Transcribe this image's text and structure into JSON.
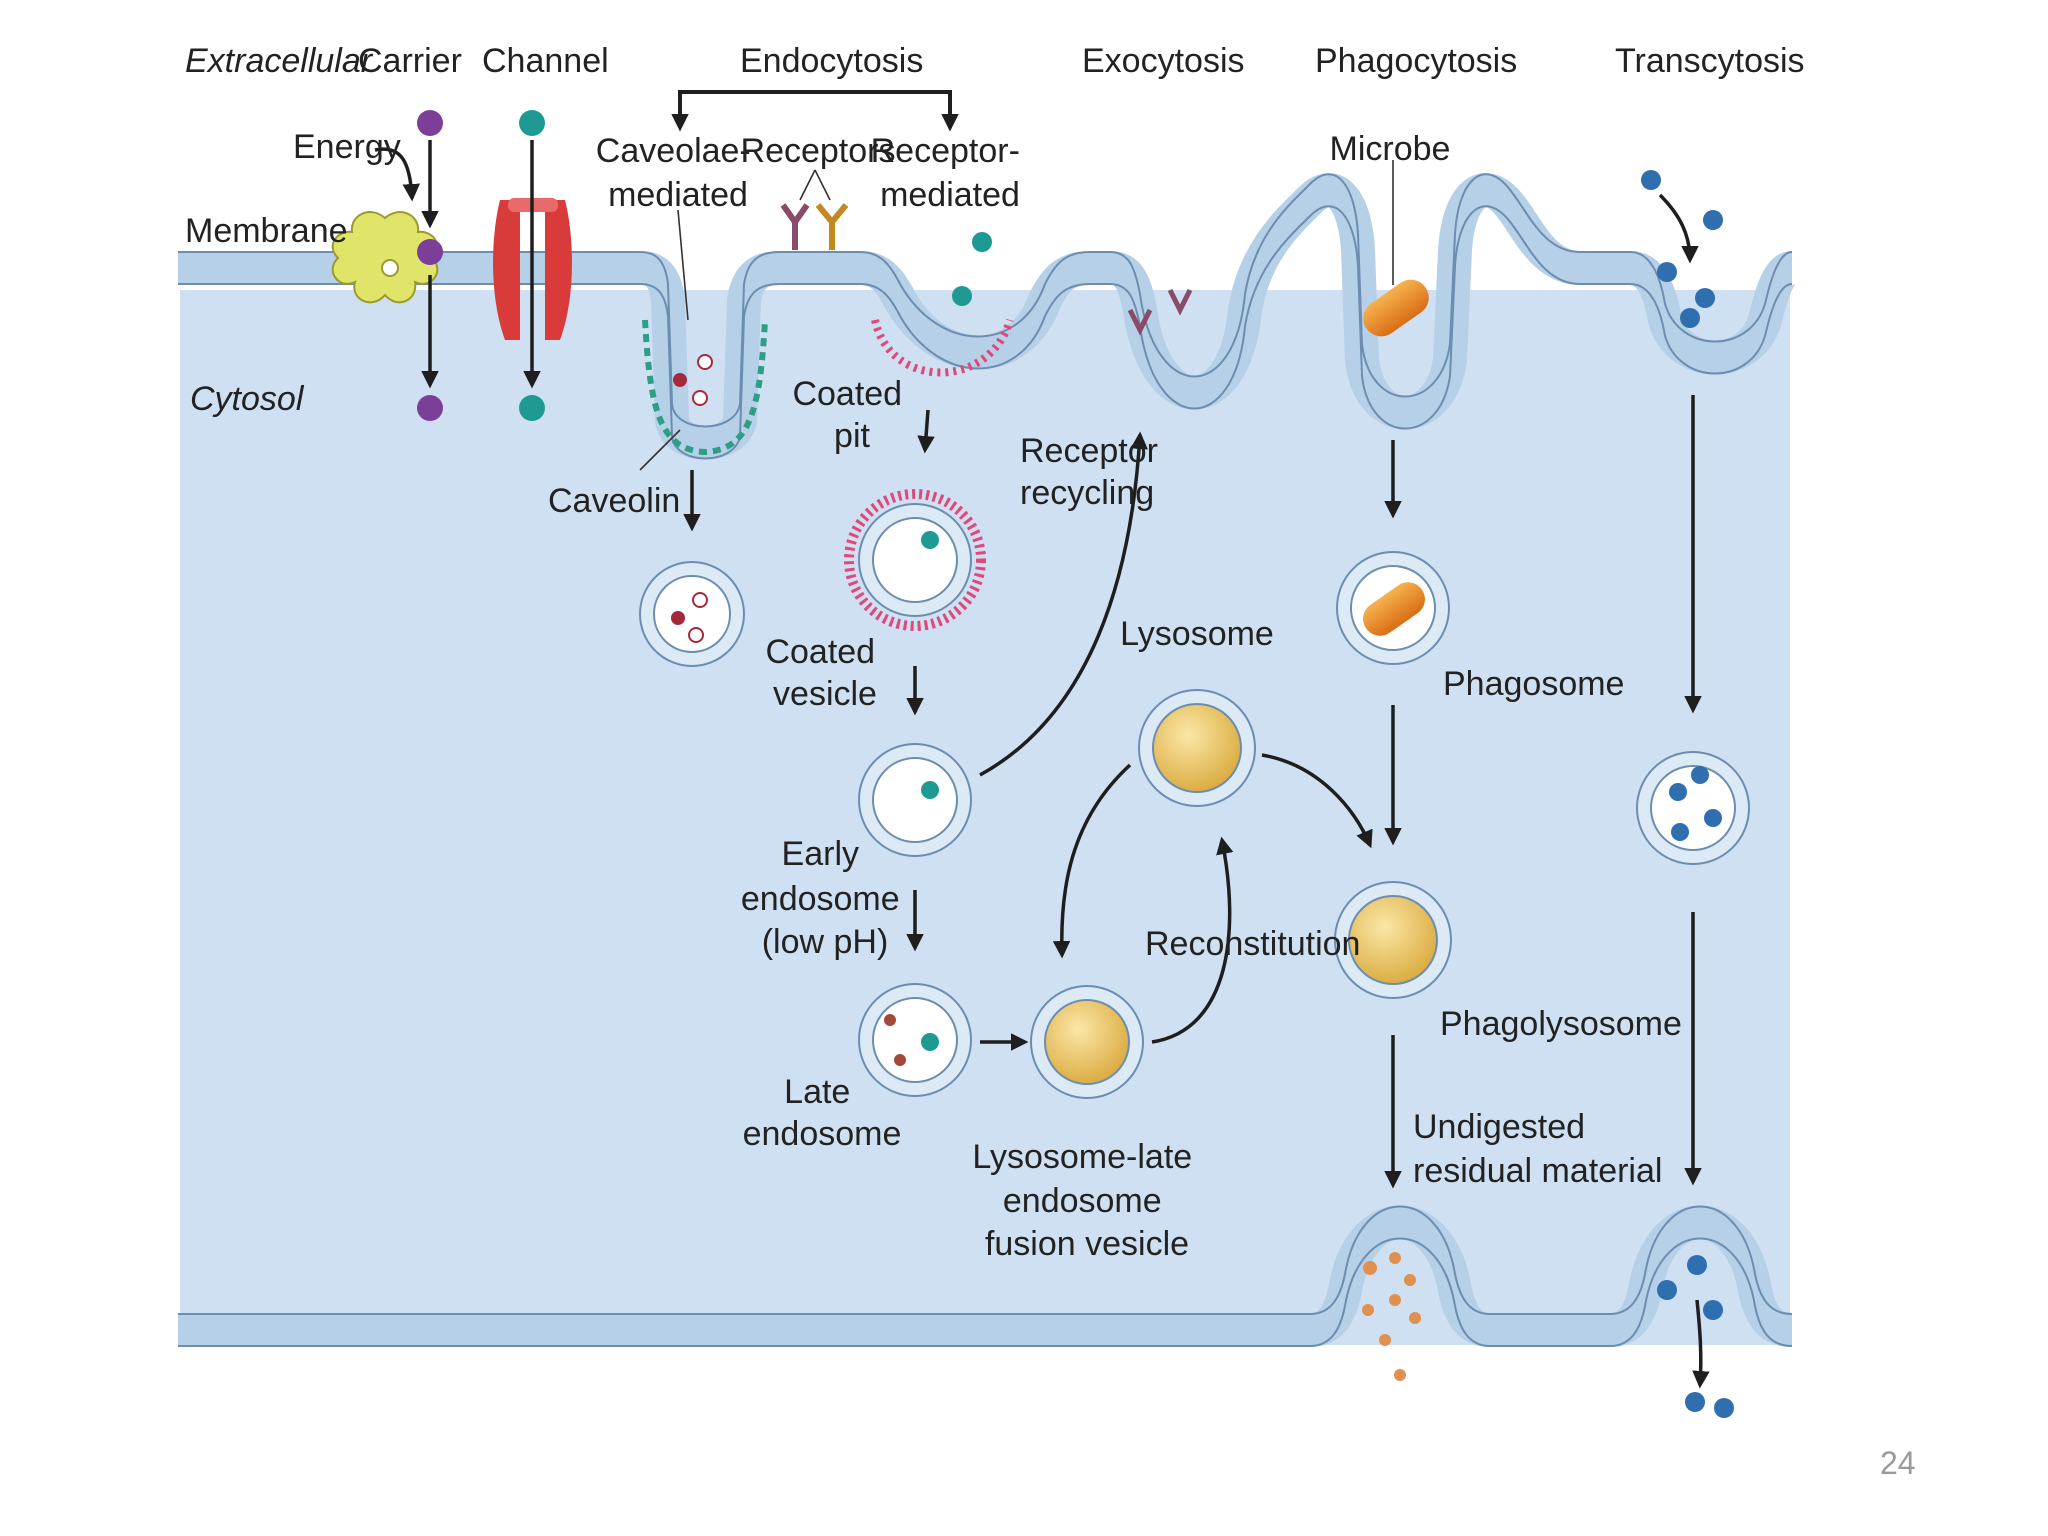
{
  "labels": {
    "extracellular": "Extracellular",
    "carrier": "Carrier",
    "channel": "Channel",
    "endocytosis": "Endocytosis",
    "exocytosis": "Exocytosis",
    "phagocytosis": "Phagocytosis",
    "transcytosis": "Transcytosis",
    "energy": "Energy",
    "membrane": "Membrane",
    "cytosol": "Cytosol",
    "caveolae_mediated": [
      "Caveolae-",
      "mediated"
    ],
    "receptors": "Receptors",
    "receptor_mediated": [
      "Receptor-",
      "mediated"
    ],
    "microbe": "Microbe",
    "coated_pit": [
      "Coated",
      "pit"
    ],
    "caveolin": "Caveolin",
    "receptor_recycling": [
      "Receptor",
      "recycling"
    ],
    "coated_vesicle": [
      "Coated",
      "vesicle"
    ],
    "lysosome": "Lysosome",
    "phagosome": "Phagosome",
    "early_endosome": [
      "Early",
      "endosome",
      "(low pH)"
    ],
    "reconstitution": "Reconstitution",
    "phagolysosome": "Phagolysosome",
    "late_endosome": [
      "Late",
      "endosome"
    ],
    "lysosome_late_fusion": [
      "Lysosome-late",
      "endosome",
      "fusion vesicle"
    ],
    "undigested": [
      "Undigested",
      "residual material"
    ]
  },
  "page_number": "24",
  "colors": {
    "cytosol": "#cfe0f2",
    "membrane": "#b6d0e8",
    "membrane_outline": "#6d8db0",
    "carrier_protein": "#e0e56a",
    "channel_protein": "#d93b3b",
    "solute_purple": "#7b3f9a",
    "solute_teal": "#1f9a93",
    "caveolin": "#2e9e86",
    "clathrin_coat": "#e0487a",
    "microbe": "#f0902a",
    "lysosome_content": "#f2cf6a",
    "transcytosis_cargo": "#2f6fb0"
  }
}
